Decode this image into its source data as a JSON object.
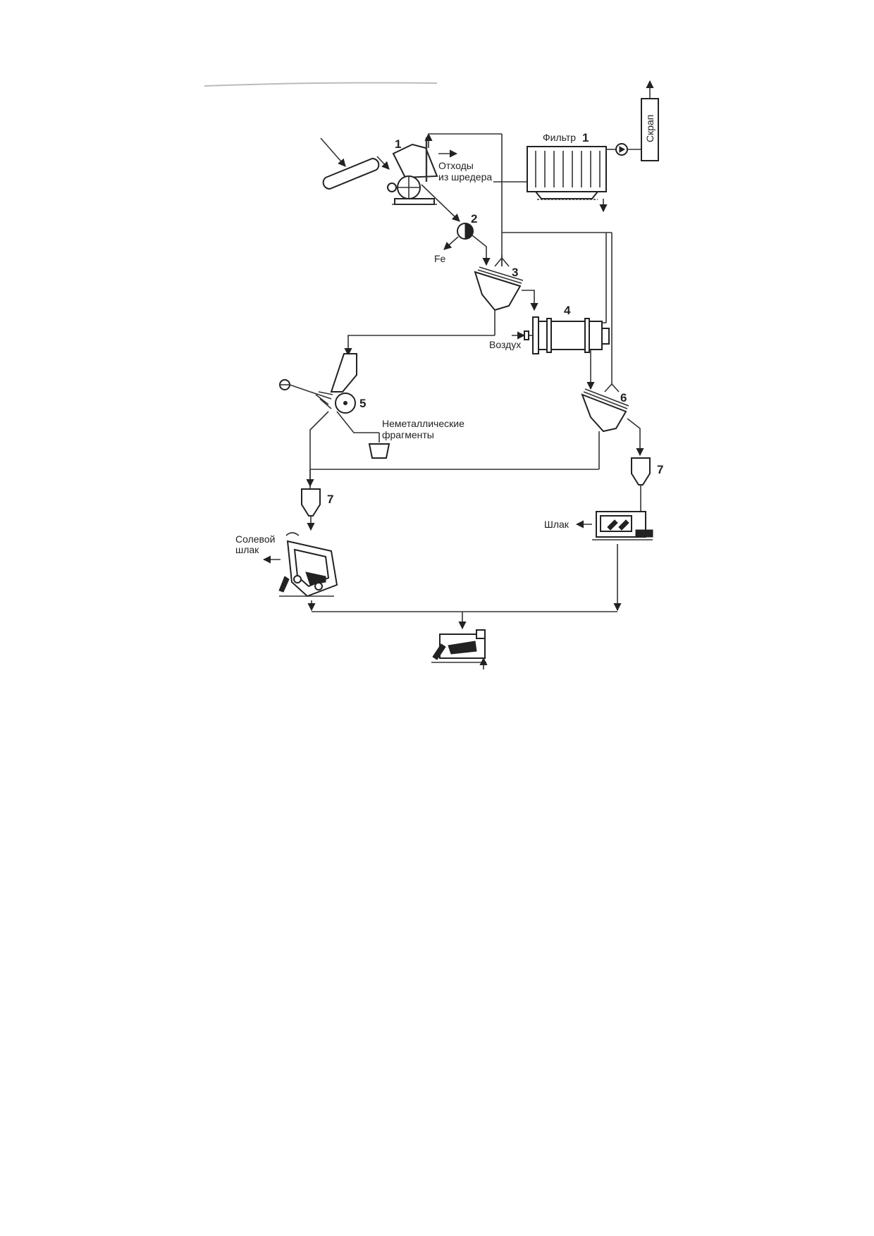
{
  "labels": {
    "filter": "Фильтр",
    "scrap": "Скрап",
    "shredder_waste_1": "Отходы",
    "shredder_waste_2": "из шредера",
    "fe": "Fe",
    "air": "Воздух",
    "nonmetal_1": "Неметаллические",
    "nonmetal_2": "фрагменты",
    "slag": "Шлак",
    "salt_slag_1": "Солевой",
    "salt_slag_2": "шлак"
  },
  "numbers": {
    "filter_num": "1",
    "shredder": "1",
    "magnetic_separator": "2",
    "hopper_3": "3",
    "kiln": "4",
    "eddy_separator": "5",
    "hopper_6": "6",
    "bunker_7_left": "7",
    "bunker_7_right": "7"
  }
}
